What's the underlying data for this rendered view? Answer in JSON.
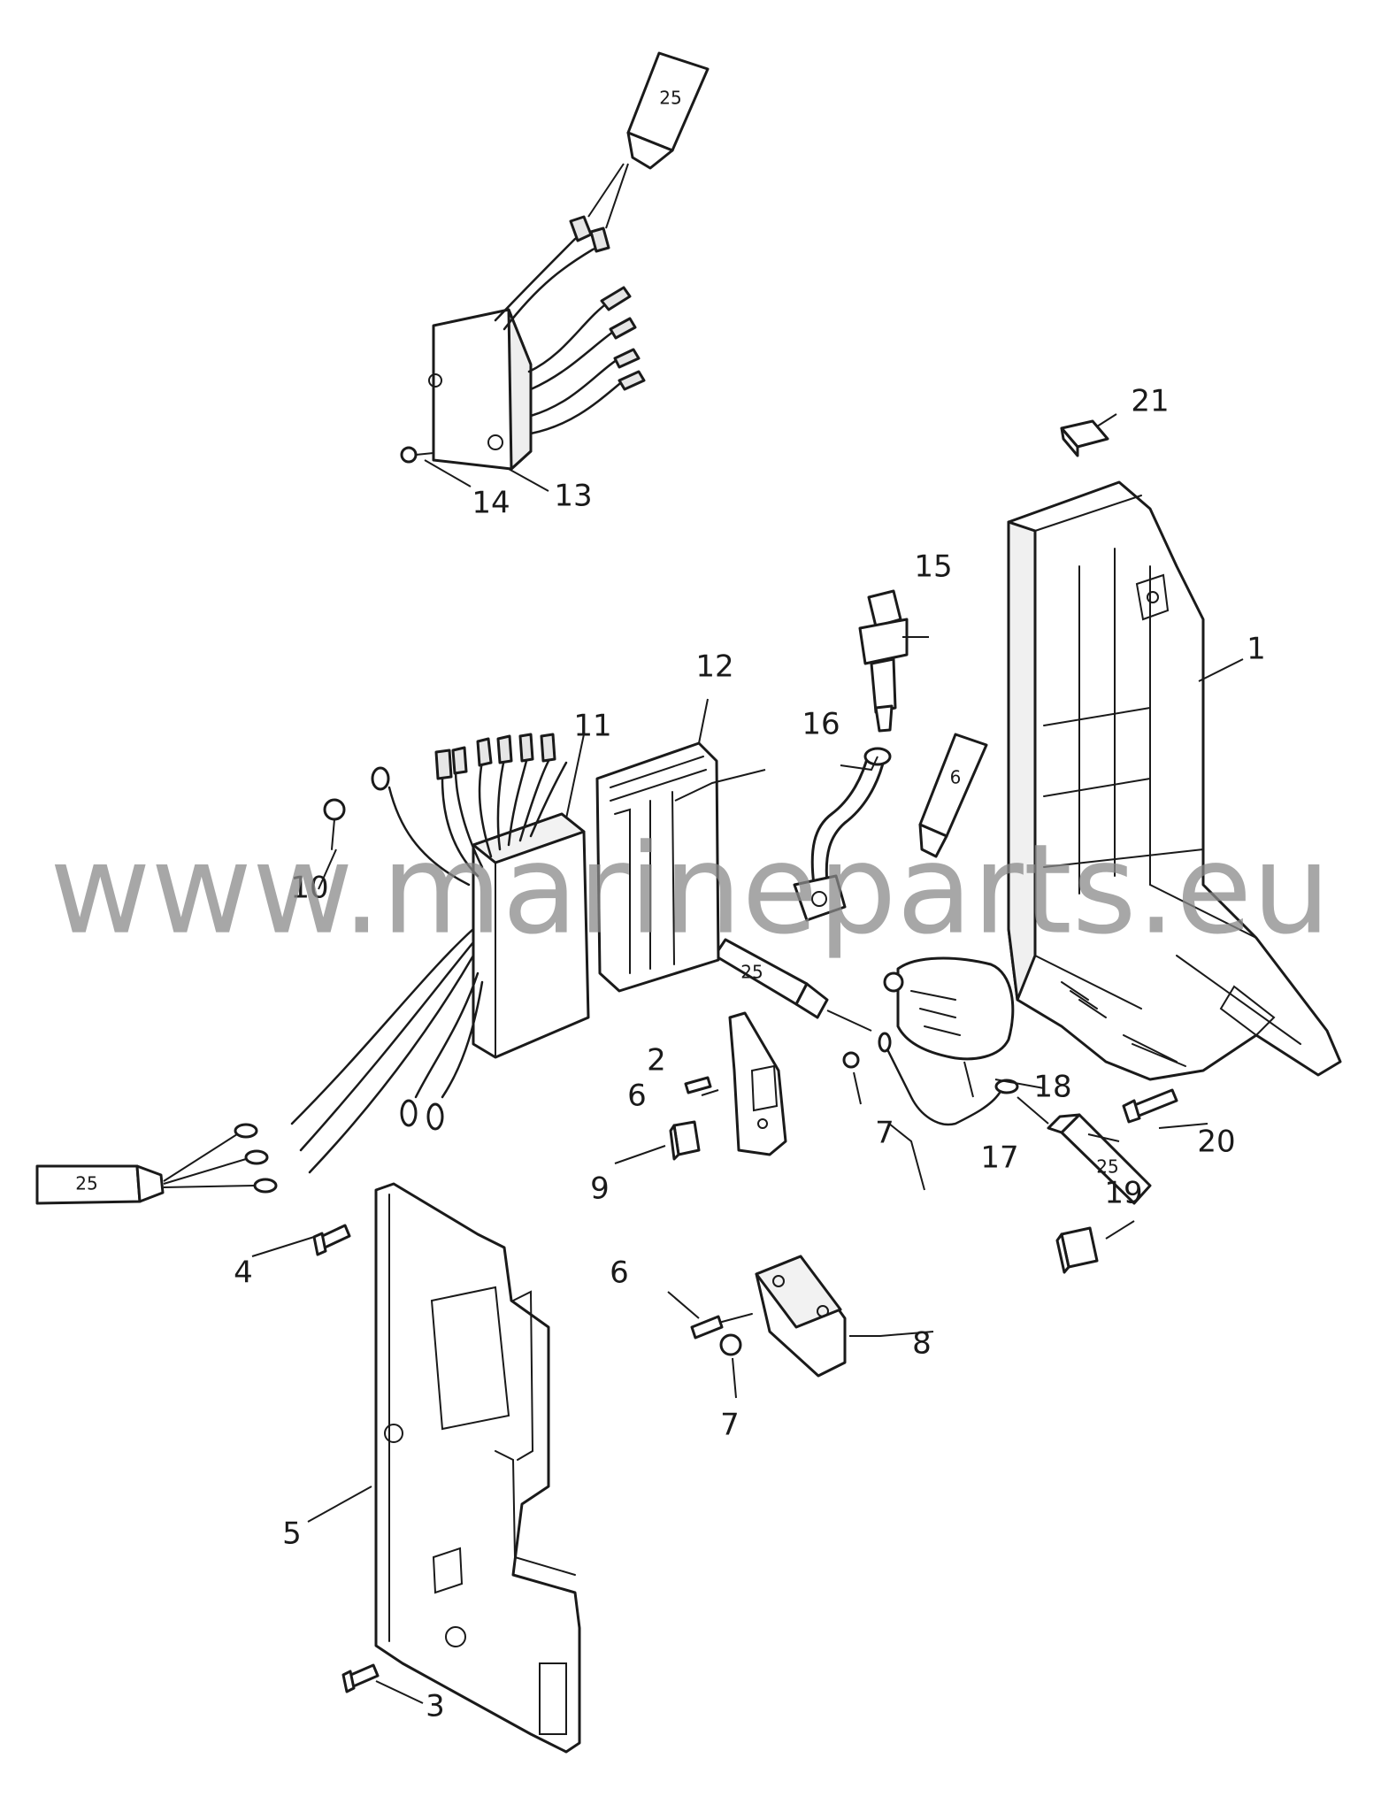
{
  "watermark": "www.marineparts.eu",
  "sealant_labels": {
    "tube_top": "25",
    "tube_left": "25",
    "tube_mid": "25",
    "tube_six": "6",
    "tube_right": "25"
  },
  "callouts": {
    "c1": "1",
    "c2": "2",
    "c3": "3",
    "c4": "4",
    "c5": "5",
    "c6a": "6",
    "c6b": "6",
    "c7a": "7",
    "c7b": "7",
    "c8": "8",
    "c9": "9",
    "c10": "10",
    "c11": "11",
    "c12": "12",
    "c13": "13",
    "c14": "14",
    "c15": "15",
    "c16": "16",
    "c17": "17",
    "c18": "18",
    "c19": "19",
    "c20": "20",
    "c21": "21"
  }
}
